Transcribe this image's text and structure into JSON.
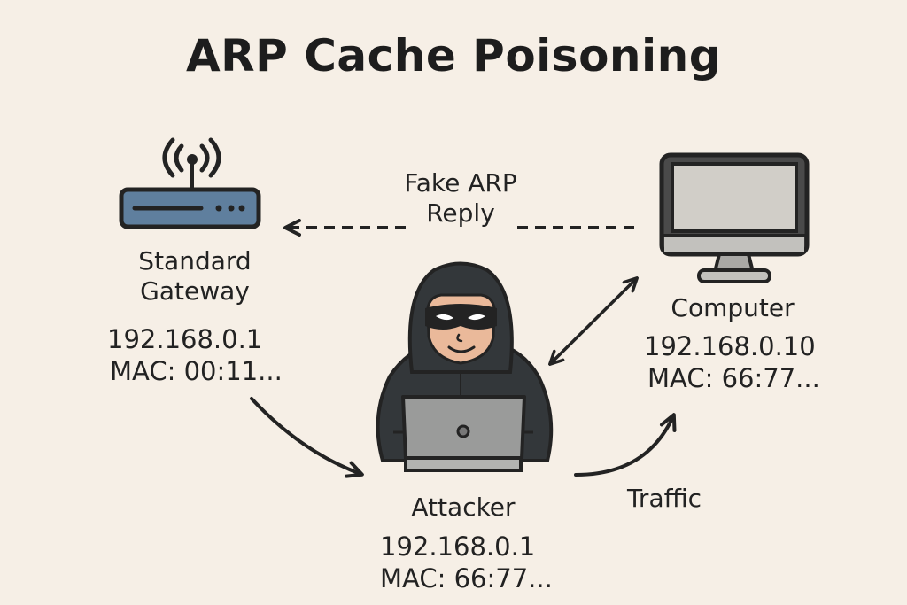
{
  "title": "ARP Cache Poisoning",
  "nodes": {
    "gateway": {
      "name_line1": "Standard",
      "name_line2": "Gateway",
      "ip": "192.168.0.1",
      "mac": "MAC: 00:11...",
      "icon": "router-icon"
    },
    "computer": {
      "name": "Computer",
      "ip": "192.168.0.10",
      "mac": "MAC: 66:77...",
      "icon": "monitor-icon"
    },
    "attacker": {
      "name": "Attacker",
      "ip": "192.168.0.1",
      "mac": "MAC: 66:77...",
      "icon": "hooded-hacker-laptop-icon"
    }
  },
  "edges": {
    "fake_arp": {
      "line1": "Fake ARP",
      "line2": "Reply",
      "style": "dashed",
      "direction": "computer-to-gateway"
    },
    "gateway_to_attacker": {
      "style": "solid-curved",
      "direction": "gateway-to-attacker"
    },
    "attacker_computer": {
      "style": "solid-bidirectional"
    },
    "traffic": {
      "label": "Traffic",
      "style": "solid-curved",
      "direction": "attacker-to-computer"
    }
  },
  "colors": {
    "background": "#f6efe6",
    "outline": "#232323",
    "router_fill": "#5f7f9e",
    "monitor_frame": "#4a4a4a",
    "monitor_screen": "#d1cec8",
    "hoodie": "#33373a",
    "skin": "#eab99a",
    "laptop": "#9a9b9a"
  }
}
